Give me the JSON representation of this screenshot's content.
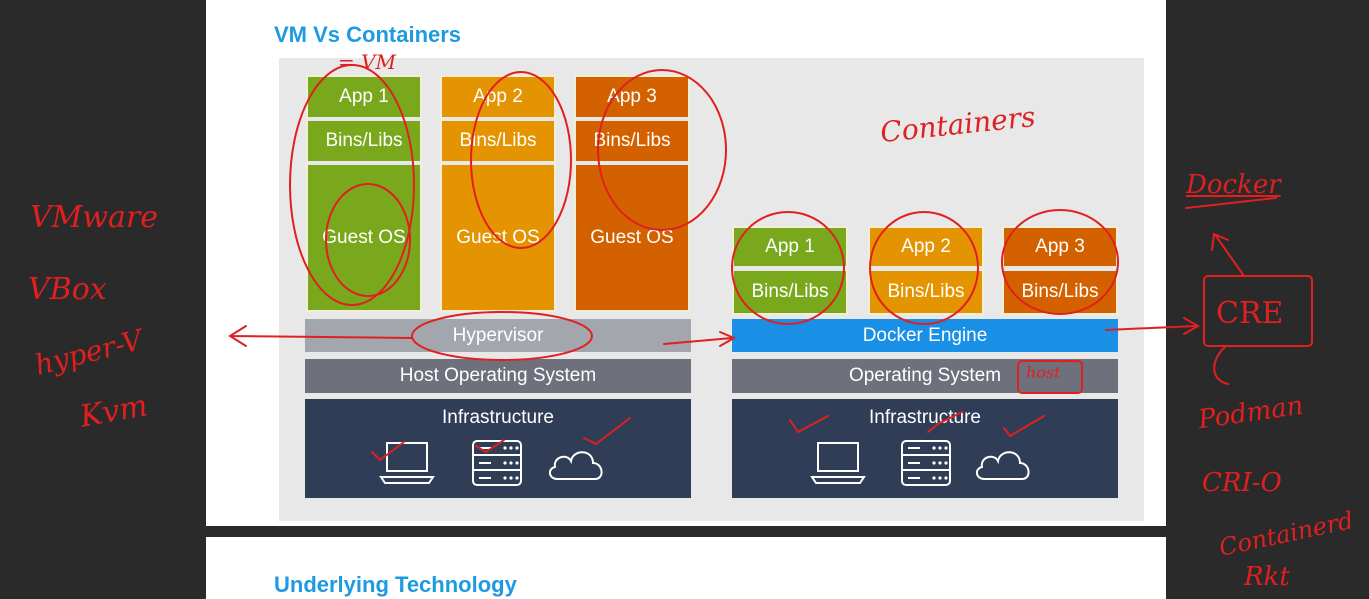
{
  "headings": {
    "section1": "VM Vs Containers",
    "section2": "Underlying Technology"
  },
  "vm_stack": {
    "apps": [
      "App 1",
      "App 2",
      "App 3"
    ],
    "bins": [
      "Bins/Libs",
      "Bins/Libs",
      "Bins/Libs"
    ],
    "guest": [
      "Guest OS",
      "Guest OS",
      "Guest OS"
    ],
    "hypervisor": "Hypervisor",
    "host_os": "Host Operating System",
    "infrastructure": "Infrastructure"
  },
  "container_stack": {
    "apps": [
      "App 1",
      "App 2",
      "App 3"
    ],
    "bins": [
      "Bins/Libs",
      "Bins/Libs",
      "Bins/Libs"
    ],
    "engine": "Docker Engine",
    "os": "Operating System",
    "infrastructure": "Infrastructure"
  },
  "annotations": {
    "vm_mark": "= VM",
    "containers": "Containers",
    "left_list": [
      "VMware",
      "VBox",
      "hyper-V",
      "Kvm"
    ],
    "docker": "Docker",
    "cre": "CRE",
    "right_list": [
      "Podman",
      "CRI-O",
      "Containerd",
      "Rkt"
    ],
    "host": "host"
  },
  "colors": {
    "heading": "#1e9be0",
    "app_green": "#7aa81c",
    "app_orange": "#e39400",
    "app_red": "#d46100",
    "docker_blue": "#1a8fe6",
    "infra_navy": "#2f3d57",
    "annotation_red": "#e02020"
  },
  "icons": [
    "laptop-icon",
    "server-icon",
    "cloud-icon"
  ]
}
